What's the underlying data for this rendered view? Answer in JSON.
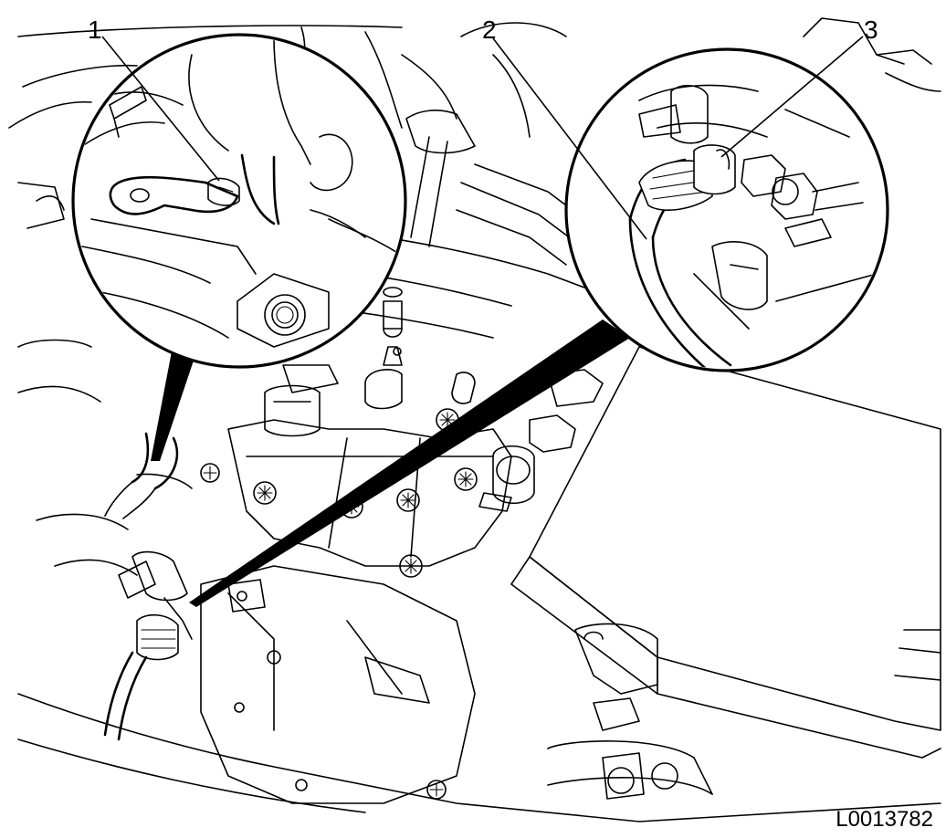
{
  "labels": {
    "part_1": "1",
    "part_2": "2",
    "part_3": "3"
  },
  "drawing_id": "L0013782"
}
